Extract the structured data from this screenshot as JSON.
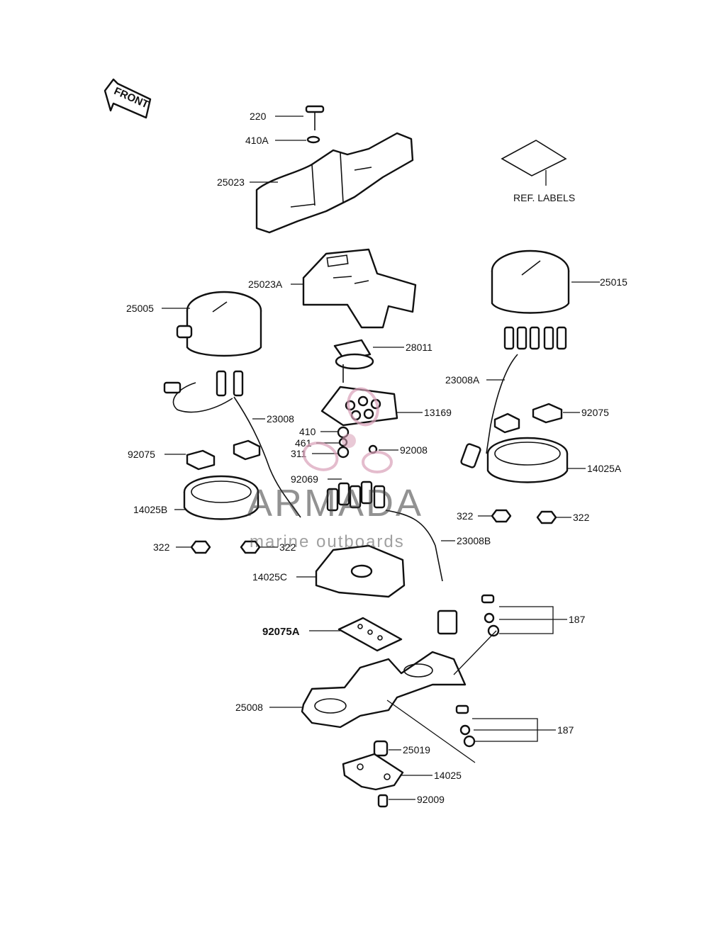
{
  "front_arrow": {
    "text": "FRONT"
  },
  "ref_labels": {
    "text": "REF. LABELS"
  },
  "watermark": {
    "brand": "ARMADA",
    "tagline": "marine outboards",
    "accent_color": "#d9a0b8"
  },
  "labels": {
    "p220": "220",
    "p410A": "410A",
    "p25023": "25023",
    "p25023A": "25023A",
    "p25005": "25005",
    "p25015": "25015",
    "p28011": "28011",
    "p23008A": "23008A",
    "p13169": "13169",
    "p23008": "23008",
    "p92075_left": "92075",
    "p92075_right": "92075",
    "p410": "410",
    "p461": "461",
    "p311": "311",
    "p92008": "92008",
    "p14025A": "14025A",
    "p92069": "92069",
    "p14025B": "14025B",
    "p322_a": "322",
    "p322_b": "322",
    "p322_c": "322",
    "p322_d": "322",
    "p23008B": "23008B",
    "p14025C": "14025C",
    "p187_a": "187",
    "p92075A": "92075A",
    "p25008": "25008",
    "p187_b": "187",
    "p25019": "25019",
    "p14025": "14025",
    "p92009": "92009"
  }
}
